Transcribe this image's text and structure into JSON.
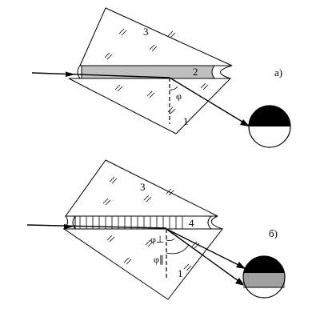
{
  "diagram": {
    "panel_a": {
      "label": "а)",
      "prism_top_label": "3",
      "film_label": "2",
      "prism_bottom_label": "1",
      "angle_label": "φ"
    },
    "panel_b": {
      "label": "б)",
      "prism_top_label": "3",
      "film_label": "4",
      "prism_bottom_label": "1",
      "angle_perp_label": "φ⊥",
      "angle_par_label": "φ∥"
    },
    "colors": {
      "line": "#000000",
      "film_gray": "#c0c0c0",
      "spot_dark": "#000000",
      "spot_gray": "#a0a0a0"
    }
  }
}
